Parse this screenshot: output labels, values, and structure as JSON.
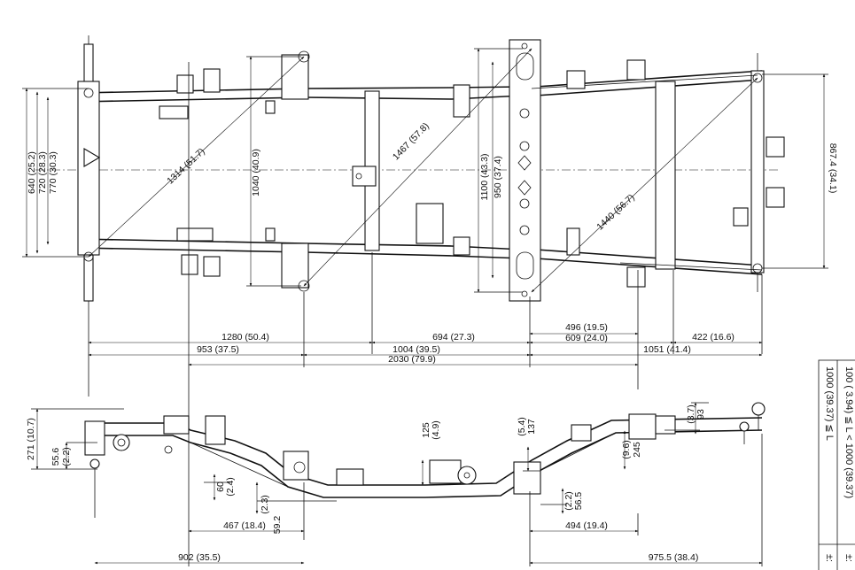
{
  "plan_view": {
    "vertical_dims": {
      "d640": "640 (25.2)",
      "d720": "720 (28.3)",
      "d770": "770 (30.3)",
      "d1040": "1040 (40.9)",
      "d1100": "1100 (43.3)",
      "d950": "950 (37.4)",
      "d867": "867.4 (34.1)"
    },
    "diagonal_dims": {
      "d1314": "1314 (51.7)",
      "d1467": "1467 (57.8)",
      "d1440": "1440 (56.7)"
    },
    "horizontal_dims": {
      "d1280": "1280 (50.4)",
      "d694": "694 (27.3)",
      "d496": "496 (19.5)",
      "d422": "422 (16.6)",
      "d609": "609 (24.0)",
      "d953": "953 (37.5)",
      "d1004": "1004 (39.5)",
      "d1051": "1051 (41.4)",
      "d2030": "2030 (79.9)"
    }
  },
  "side_view": {
    "dims": {
      "d271": "271 (10.7)",
      "d55_6": "55.6",
      "d55_6b": "(2.2)",
      "d60": "60",
      "d60b": "(2.4)",
      "d59_2": "59.2",
      "d59_2b": "(2.3)",
      "d125": "125",
      "d125b": "(4.9)",
      "d137": "137",
      "d137b": "(5.4)",
      "d245": "245",
      "d245b": "(9.6)",
      "d56_5": "56.5",
      "d56_5b": "(2.2)",
      "d93": "93",
      "d93b": "(3.7)",
      "d467": "467 (18.4)",
      "d902": "902 (35.5)",
      "d494": "494 (19.4)",
      "d975": "975.5 (38.4)"
    }
  },
  "tolerance_table": {
    "row1": "100 ( 3.94) ≦ L < 1000 (39.37)",
    "row2": "1000 (39.37) ≦ L",
    "tol1": "±:",
    "tol2": "±:"
  }
}
